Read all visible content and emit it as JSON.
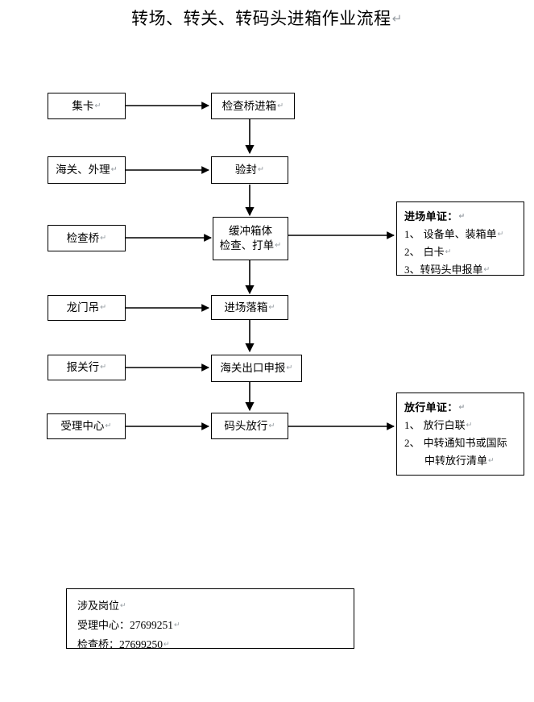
{
  "document": {
    "title": "转场、转关、转码头进箱作业流程",
    "pilcrow": "↵"
  },
  "flow": {
    "left_nodes": [
      {
        "id": "jika",
        "label": "集卡"
      },
      {
        "id": "haiguan",
        "label": "海关、外理"
      },
      {
        "id": "jianchaqiao",
        "label": "检查桥"
      },
      {
        "id": "longmendiao",
        "label": "龙门吊"
      },
      {
        "id": "baoguanhang",
        "label": "报关行"
      },
      {
        "id": "shoulizhongxin",
        "label": "受理中心"
      }
    ],
    "main_nodes": [
      {
        "id": "jianchaqiao-jinxiang",
        "label": "检查桥进箱"
      },
      {
        "id": "yanfeng",
        "label": "验封"
      },
      {
        "id": "huanchongxiangti",
        "line1": "缓冲箱体",
        "line2": "检查、打单"
      },
      {
        "id": "jinchangluoxiang",
        "label": "进场落箱"
      },
      {
        "id": "haiguanchukoushenbao",
        "label": "海关出口申报"
      },
      {
        "id": "matoufangxing",
        "label": "码头放行"
      }
    ],
    "notes": [
      {
        "id": "jinchang-danzheng",
        "title": "进场单证：",
        "items": [
          {
            "num": "1、",
            "text": " 设备单、装箱单"
          },
          {
            "num": "2、",
            "text": " 白卡"
          },
          {
            "num": "3、",
            "text": "转码头申报单"
          }
        ]
      },
      {
        "id": "fangxing-danzheng",
        "title": "放行单证：",
        "items": [
          {
            "num": "1、",
            "text": " 放行白联"
          },
          {
            "num": "2、",
            "text": " 中转通知书或国际",
            "text2": "中转放行清单"
          }
        ]
      }
    ],
    "footer": {
      "id": "shejigangwei",
      "line1": "涉及岗位",
      "line2_label": "受理中心：",
      "line2_value": "27699251",
      "line3_label": "检查桥：",
      "line3_value": "27699250"
    }
  },
  "colors": {
    "stroke": "#000000",
    "background": "#ffffff",
    "pilcrow": "#9aa0a6"
  }
}
